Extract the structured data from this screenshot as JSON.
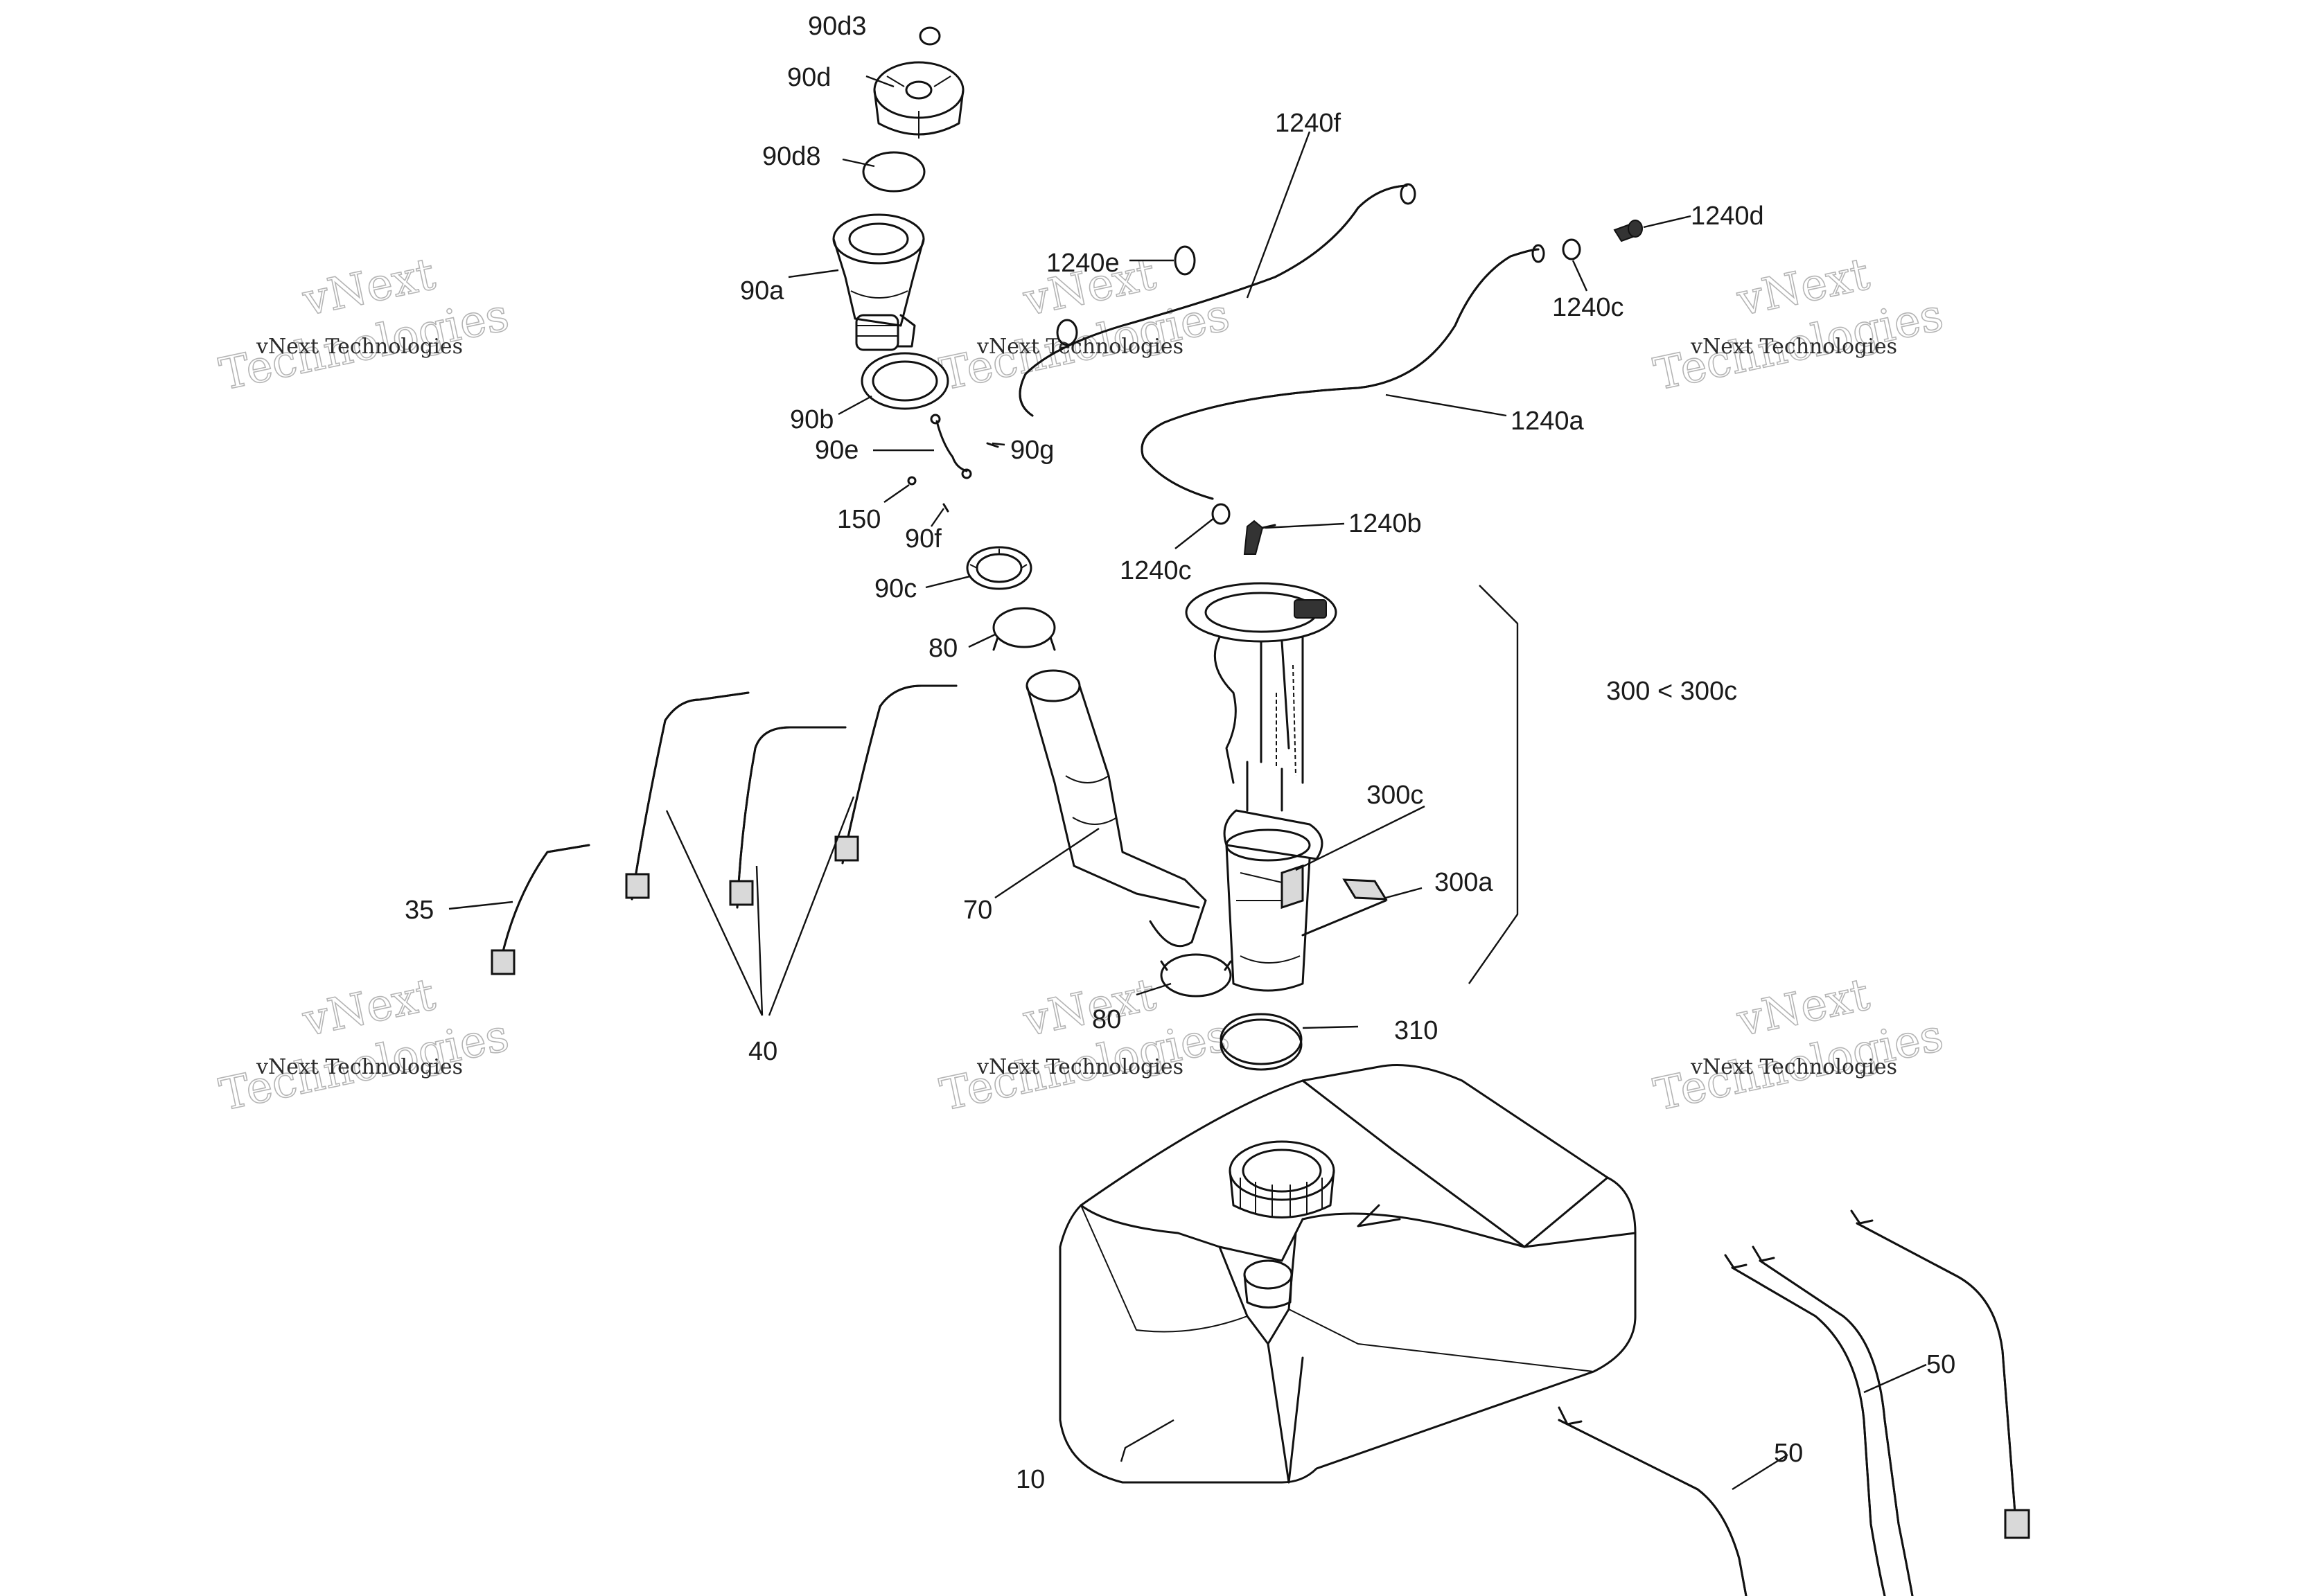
{
  "labels": {
    "l_90d3": "90d3",
    "l_90d": "90d",
    "l_90d8": "90d8",
    "l_90a": "90a",
    "l_90b": "90b",
    "l_90e": "90e",
    "l_90g": "90g",
    "l_150": "150",
    "l_90f": "90f",
    "l_90c": "90c",
    "l_80_top": "80",
    "l_80_bottom": "80",
    "l_70": "70",
    "l_35": "35",
    "l_40": "40",
    "l_10": "10",
    "l_50_upper": "50",
    "l_50_lower": "50",
    "l_1240f": "1240f",
    "l_1240e": "1240e",
    "l_1240d": "1240d",
    "l_1240c_right": "1240c",
    "l_1240a": "1240a",
    "l_1240b": "1240b",
    "l_1240c_left": "1240c",
    "l_300c": "300c",
    "l_300a": "300a",
    "l_300_range": "300 < 300c",
    "l_310": "310"
  },
  "watermark": {
    "line1": "vNext",
    "line2": "Technologies",
    "small": "vNext Technologies"
  }
}
